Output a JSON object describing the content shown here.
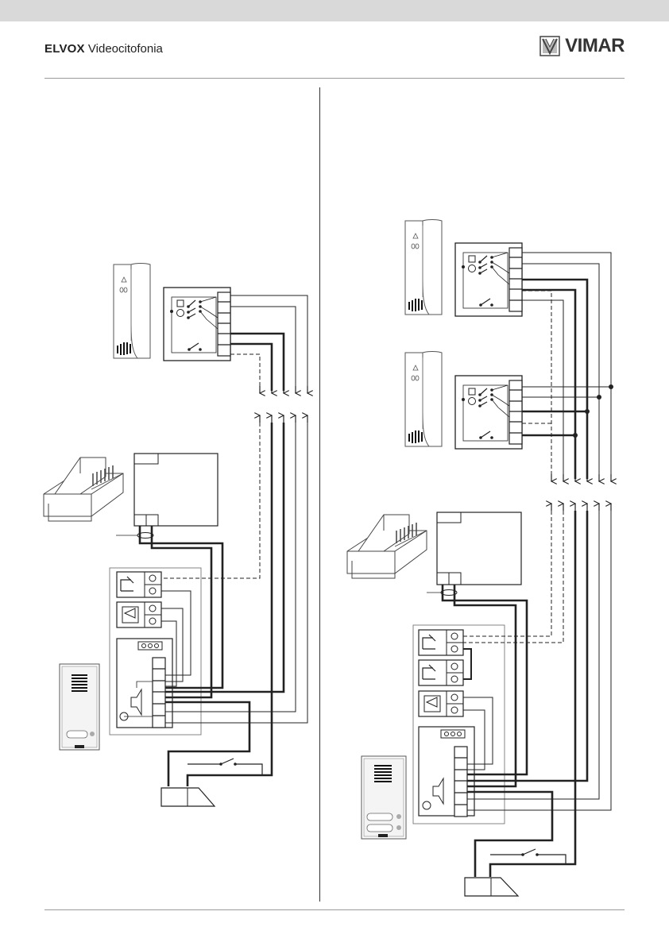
{
  "header": {
    "brand_bold": "ELVOX",
    "brand_light": "Videocitofonia",
    "logo_text": "VIMAR"
  },
  "colors": {
    "top_bar": "#d9d9d9",
    "rule": "#9a9a9a",
    "wire": "#222222"
  }
}
